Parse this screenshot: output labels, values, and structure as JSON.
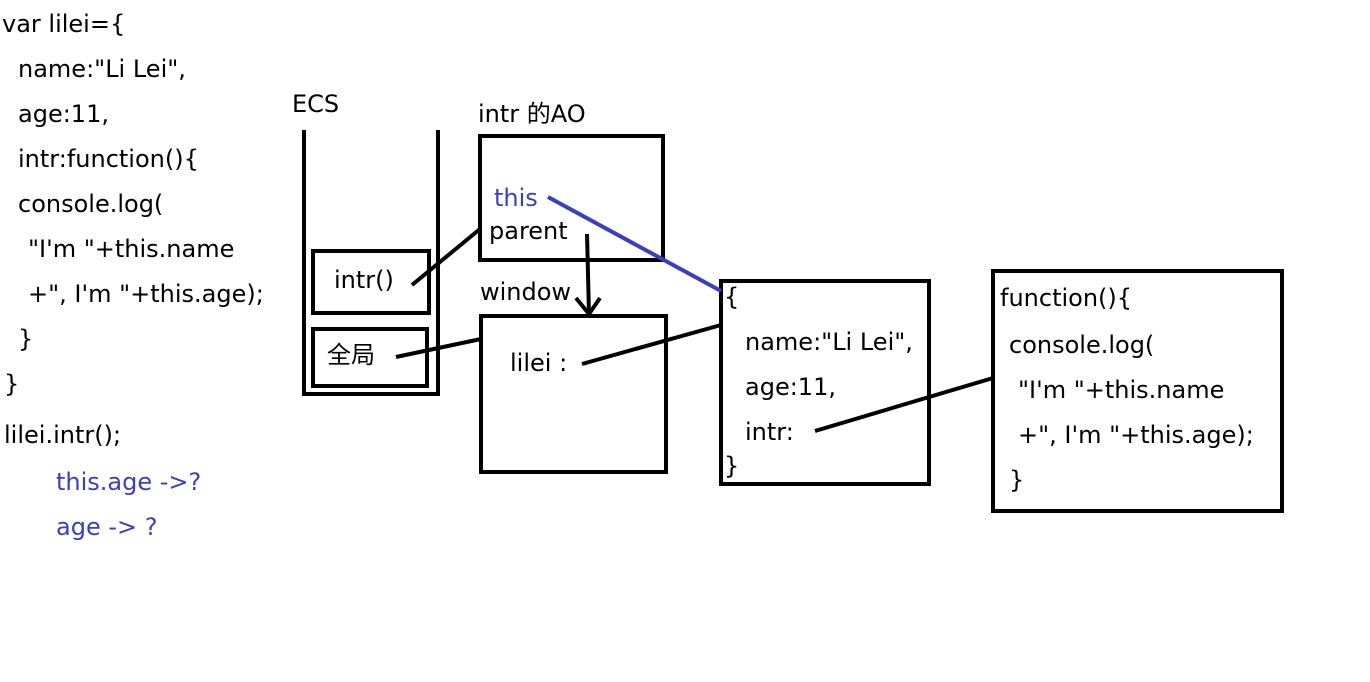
{
  "colors": {
    "ink": "#000000",
    "highlight": "#3a3fbd",
    "background": "#ffffff"
  },
  "code": [
    "var lilei={",
    "name:\"Li Lei\",",
    "age:11,",
    "intr:function(){",
    "console.log(",
    "\"I'm \"+this.name",
    "+\", I'm \"+this.age);",
    "}",
    "}",
    "lilei.intr();"
  ],
  "questions": [
    "this.age ->?",
    "age -> ?"
  ],
  "ecs": {
    "label": "ECS",
    "frames": [
      "intr()",
      "全局"
    ]
  },
  "ao": {
    "label": "intr 的AO",
    "this_label": "this",
    "parent_label": "parent"
  },
  "window": {
    "label": "window",
    "entry": "lilei :"
  },
  "object": {
    "open": "{",
    "name": "name:\"Li Lei\",",
    "age": "age:11,",
    "intr": "intr:",
    "close": "}"
  },
  "func": {
    "lines": [
      "function(){",
      "console.log(",
      "\"I'm \"+this.name",
      "+\", I'm \"+this.age);",
      "}"
    ]
  }
}
